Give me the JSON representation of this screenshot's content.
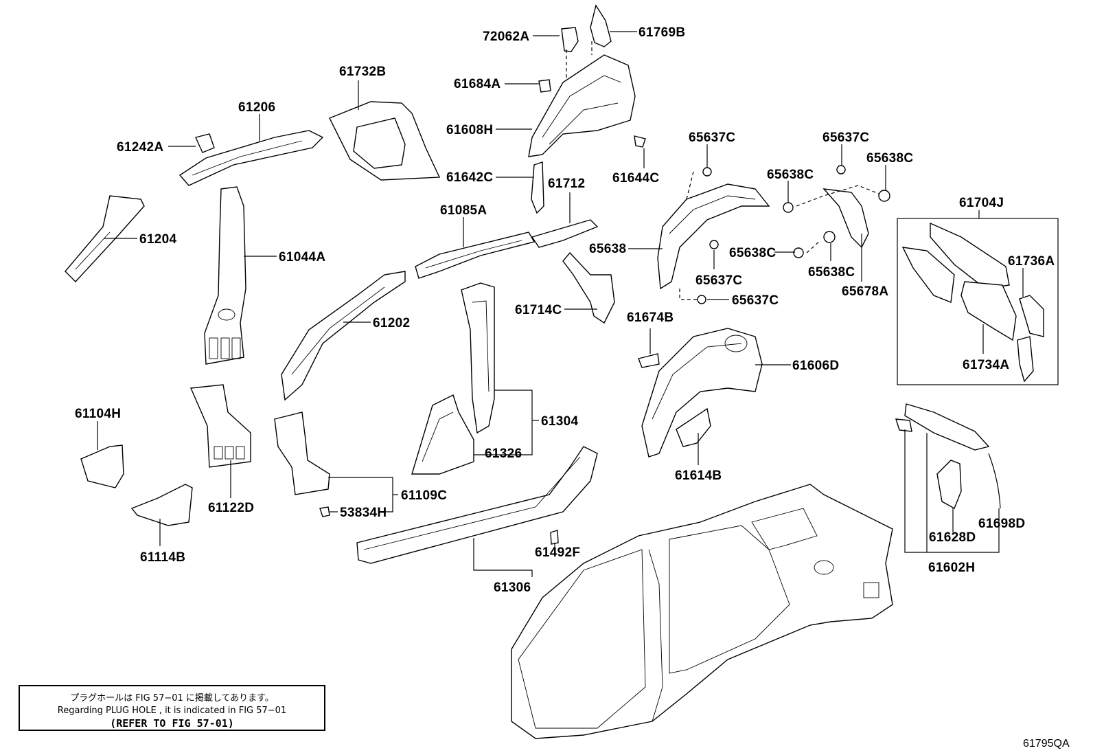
{
  "labels": {
    "p72062A": "72062A",
    "p61769B": "61769B",
    "p61732B": "61732B",
    "p61684A": "61684A",
    "p61206": "61206",
    "p61608H": "61608H",
    "p61242A": "61242A",
    "p65637C_a": "65637C",
    "p65637C_b": "65637C",
    "p65638C_a": "65638C",
    "p65638C_b": "65638C",
    "p61642C": "61642C",
    "p61644C": "61644C",
    "p61712": "61712",
    "p61704J": "61704J",
    "p61204": "61204",
    "p61085A": "61085A",
    "p61044A": "61044A",
    "p65638": "65638",
    "p65638C_c": "65638C",
    "p61736A": "61736A",
    "p65637C_c": "65637C",
    "p65638C_d": "65638C",
    "p65678A": "65678A",
    "p65637C_d": "65637C",
    "p61714C": "61714C",
    "p61674B": "61674B",
    "p61202": "61202",
    "p61734A": "61734A",
    "p61606D": "61606D",
    "p61104H": "61104H",
    "p61304": "61304",
    "p61326": "61326",
    "p61614B": "61614B",
    "p61109C": "61109C",
    "p61122D": "61122D",
    "p53834H": "53834H",
    "p61698D": "61698D",
    "p61628D": "61628D",
    "p61492F": "61492F",
    "p61114B": "61114B",
    "p61602H": "61602H",
    "p61306": "61306"
  },
  "note": {
    "line_jp": "プラグホールは FIG 57−01 に掲載してあります。",
    "line_en": "Regarding  PLUG  HOLE , it is indicated in  FIG  57−01",
    "line_ref": "(REFER TO FIG 57-01)"
  },
  "figure_id": "61795QA"
}
